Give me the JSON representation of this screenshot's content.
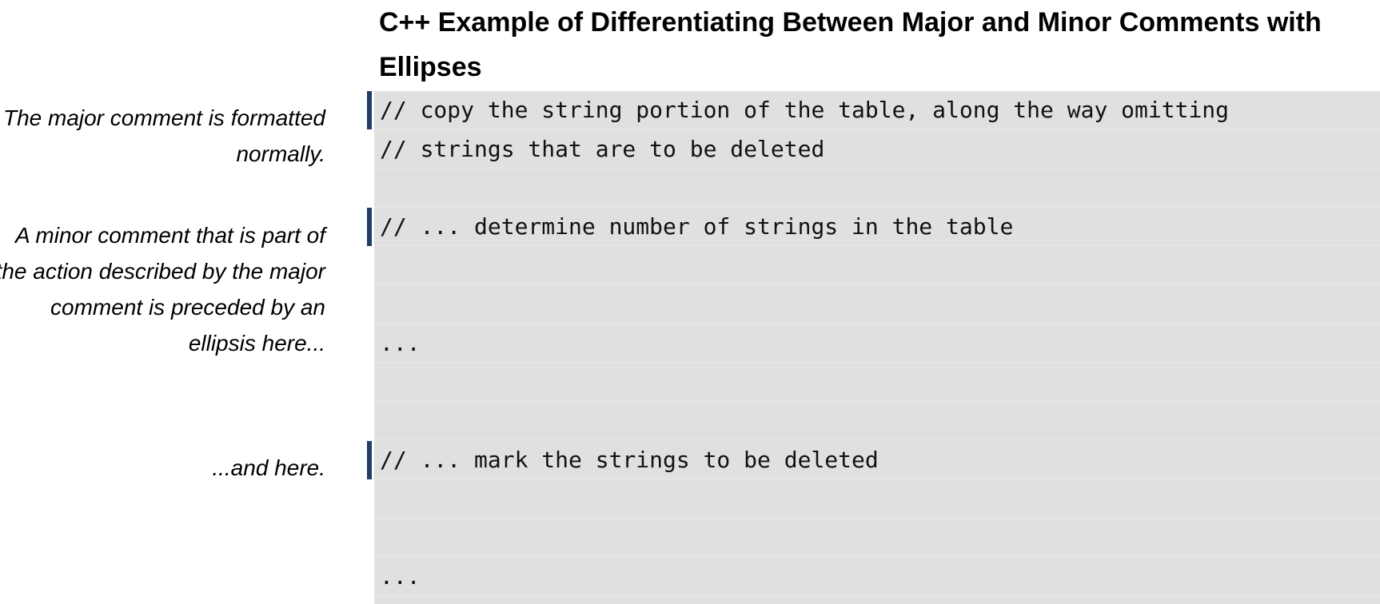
{
  "heading": {
    "title": "C++ Example of Differentiating Between Major and Minor Comments with Ellipses"
  },
  "annotations": [
    {
      "text": "The major comment is formatted normally."
    },
    {
      "text": "A minor comment that is part of the action described by the major comment is preceded by an ellipsis here..."
    },
    {
      "text": "...and here."
    }
  ],
  "code": {
    "lines": [
      "// copy the string portion of the table, along the way omitting",
      "// strings that are to be deleted",
      "",
      "// ... determine number of strings in the table",
      "",
      "",
      "...",
      "",
      "",
      "// ... mark the strings to be deleted",
      "",
      "",
      "..."
    ]
  },
  "colors": {
    "code_background": "#e0e0e0",
    "marker": "#1f3f66"
  }
}
